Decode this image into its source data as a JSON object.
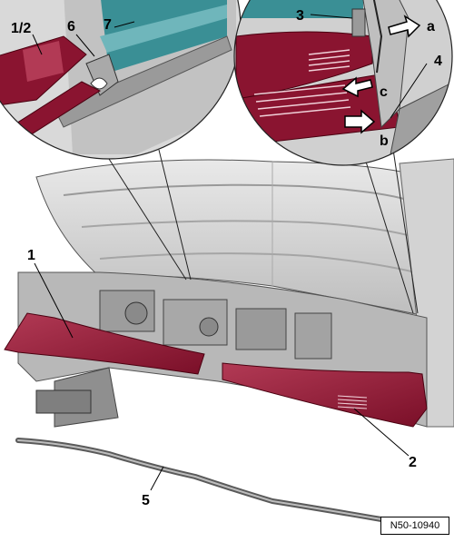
{
  "callouts": {
    "c12": "1/2",
    "c6": "6",
    "c7": "7",
    "c3": "3",
    "c4": "4",
    "ca": "a",
    "cb": "b",
    "cc": "c",
    "c1": "1",
    "c2": "2",
    "c5": "5"
  },
  "reference": "N50-10940",
  "colors": {
    "cover_red": "#8a1430",
    "cover_red_light": "#b23a55",
    "body_grey": "#c9c9c9",
    "teal": "#3a8f95"
  }
}
